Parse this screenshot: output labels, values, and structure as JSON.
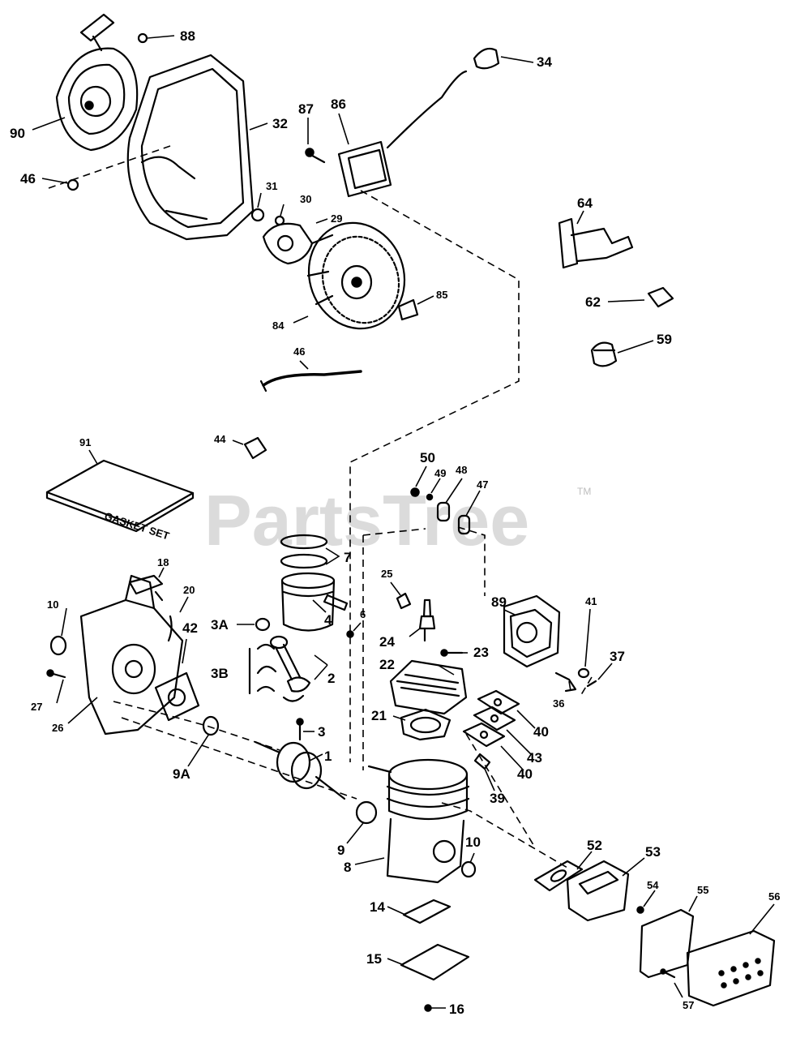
{
  "watermark": {
    "text": "PartsTree",
    "tm": "TM"
  },
  "callouts": {
    "c88": "88",
    "c90": "90",
    "c46a": "46",
    "c32": "32",
    "c87": "87",
    "c86": "86",
    "c34": "34",
    "c64": "64",
    "c62": "62",
    "c59": "59",
    "c31": "31",
    "c30": "30",
    "c29": "29",
    "c85": "85",
    "c84": "84",
    "c46b": "46",
    "c91": "91",
    "c44": "44",
    "c50": "50",
    "c49": "49",
    "c48": "48",
    "c47": "47",
    "c7": "7",
    "c18": "18",
    "c20": "20",
    "c10a": "10",
    "c42": "42",
    "c3A": "3A",
    "c4": "4",
    "c6": "6",
    "c25": "25",
    "c89": "89",
    "c41": "41",
    "c37": "37",
    "c3B": "3B",
    "c2": "2",
    "c24": "24",
    "c23": "23",
    "c22": "22",
    "c36": "36",
    "c27": "27",
    "c26": "26",
    "c21": "21",
    "c40a": "40",
    "c3": "3",
    "c43": "43",
    "c9A": "9A",
    "c1": "1",
    "c40b": "40",
    "c39": "39",
    "c9": "9",
    "c10b": "10",
    "c52": "52",
    "c53": "53",
    "c8": "8",
    "c54": "54",
    "c55": "55",
    "c56": "56",
    "c14": "14",
    "c15": "15",
    "c57": "57",
    "c16": "16"
  },
  "gasket_label": "GASKET SET"
}
